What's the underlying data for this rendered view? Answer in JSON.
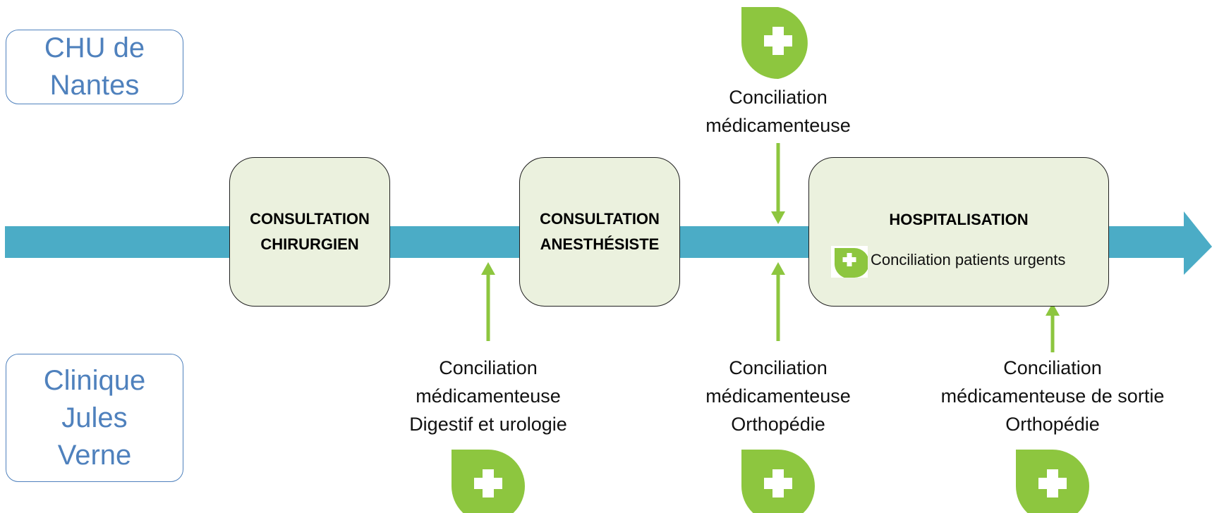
{
  "sites": {
    "top": [
      "CHU de",
      "Nantes"
    ],
    "bottom": [
      "Clinique",
      "Jules",
      "Verne"
    ]
  },
  "stages": {
    "chirurgien": [
      "Consultation",
      "chirurgien"
    ],
    "anesthesiste": [
      "Consultation",
      "anesthésiste"
    ],
    "hospitalisation": "Hospitalisation",
    "hospitalisation_inner": "Conciliation patients urgents"
  },
  "captions": {
    "top": [
      "Conciliation",
      "médicamenteuse"
    ],
    "digestif": [
      "Conciliation",
      "médicamenteuse",
      "Digestif et urologie"
    ],
    "ortho": [
      "Conciliation",
      "médicamenteuse",
      "Orthopédie"
    ],
    "sortie": [
      "Conciliation",
      "médicamenteuse de sortie",
      "Orthopédie"
    ]
  },
  "icons": {
    "name": "pharmacy-cross-icon",
    "leaf_color": "#8dc63f",
    "cross_color": "#ffffff"
  },
  "colors": {
    "timeline": "#4bacc6",
    "arrow": "#8dc63f",
    "stage_fill": "#ebf1de",
    "site_text": "#4f81bd"
  }
}
